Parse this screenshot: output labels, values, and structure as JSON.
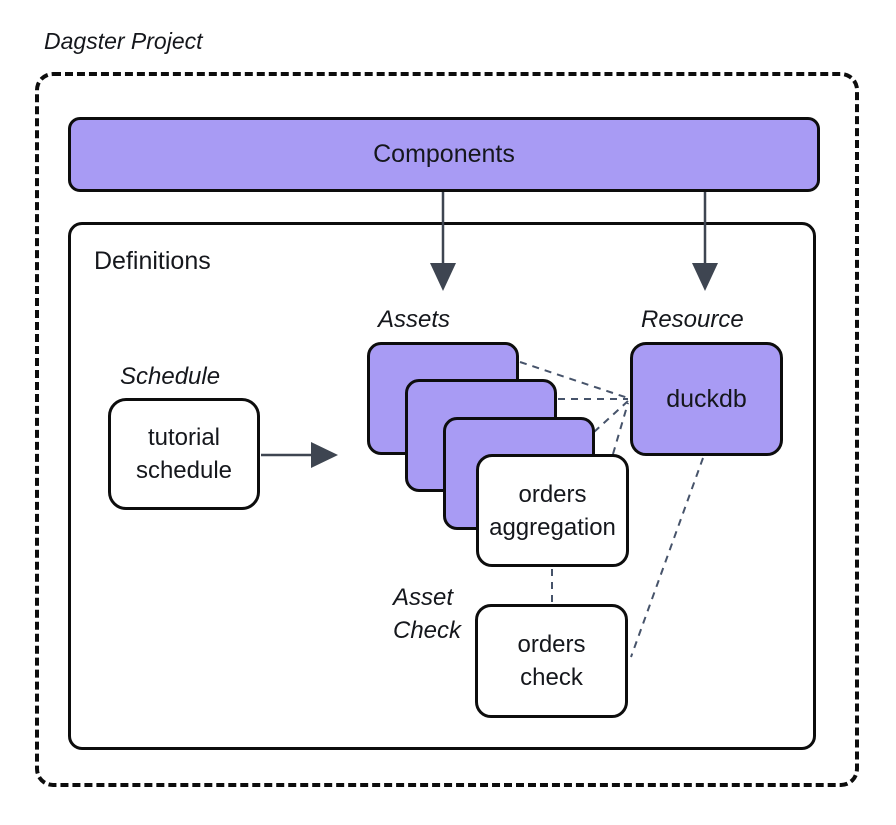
{
  "diagram": {
    "title": "Dagster Project",
    "components_label": "Components",
    "definitions_label": "Definitions",
    "schedule_label": "Schedule",
    "schedule_box": {
      "line1": "tutorial",
      "line2": "schedule"
    },
    "assets_label": "Assets",
    "orders_aggregation_box": {
      "line1": "orders",
      "line2": "aggregation"
    },
    "resource_label": "Resource",
    "resource_box": "duckdb",
    "asset_check_label": {
      "line1": "Asset",
      "line2": "Check"
    },
    "orders_check_box": {
      "line1": "orders",
      "line2": "check"
    }
  },
  "colors": {
    "node_fill_purple": "#a89bf4",
    "node_border": "#0d0d0d",
    "solid_arrow": "#3e4551",
    "dashed_connector": "#46536a",
    "background": "#ffffff"
  }
}
